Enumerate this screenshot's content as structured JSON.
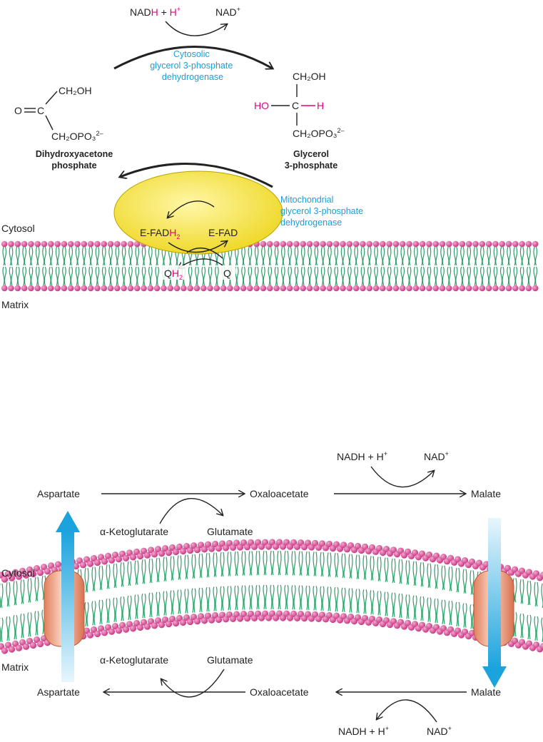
{
  "top": {
    "nadh_left": "NAD",
    "nadh_h": "H",
    "plus_h": " + ",
    "h": "H",
    "h_sup": "+",
    "nad": "NAD",
    "nad_sup": "+",
    "enzyme_cyto": [
      "Cytosolic",
      "glycerol 3-phosphate",
      "dehydrogenase"
    ],
    "dhap": {
      "ch2oh": "CH₂OH",
      "oc": "O",
      "c": "C",
      "ch2opo3": "CH₂OPO₃",
      "charge": "2–",
      "name1": "Dihydroxyacetone",
      "name2": "phosphate"
    },
    "g3p": {
      "ch2oh": "CH₂OH",
      "ho": "HO",
      "c": "C",
      "h": "H",
      "ch2opo3": "CH₂OPO₃",
      "charge": "2–",
      "name1": "Glycerol",
      "name2": "3-phosphate"
    },
    "enzyme_mito": [
      "Mitochondrial",
      "glycerol 3-phosphate",
      "dehydrogenase"
    ],
    "efadh": "E-FAD",
    "efadh_h": "H",
    "efadh_sub": "2",
    "efad": "E-FAD",
    "qh": "Q",
    "qh_h": "H",
    "qh_sub": "2",
    "q": "Q",
    "cytosol": "Cytosol",
    "matrix": "Matrix"
  },
  "bottom": {
    "cytosol": "Cytosol",
    "matrix": "Matrix",
    "top_row": {
      "aspartate": "Aspartate",
      "oxaloacetate": "Oxaloacetate",
      "malate": "Malate",
      "akg": "α-Ketoglutarate",
      "glutamate": "Glutamate",
      "nadh": "NADH + H",
      "nadh_sup": "+",
      "nad": "NAD",
      "nad_sup": "+"
    },
    "bottom_row": {
      "aspartate": "Aspartate",
      "oxaloacetate": "Oxaloacetate",
      "malate": "Malate",
      "akg": "α-Ketoglutarate",
      "glutamate": "Glutamate",
      "nadh": "NADH + H",
      "nadh_sup": "+",
      "nad": "NAD",
      "nad_sup": "+"
    }
  },
  "colors": {
    "membrane_head": "#d94f9a",
    "membrane_tail": "#2e9e6a",
    "enzyme_fill": "#f5e642",
    "transporter": "#f0a888",
    "arrow_blue": "#1aa3dd",
    "label_blue": "#1a9fd8",
    "highlight": "#e6007e"
  }
}
